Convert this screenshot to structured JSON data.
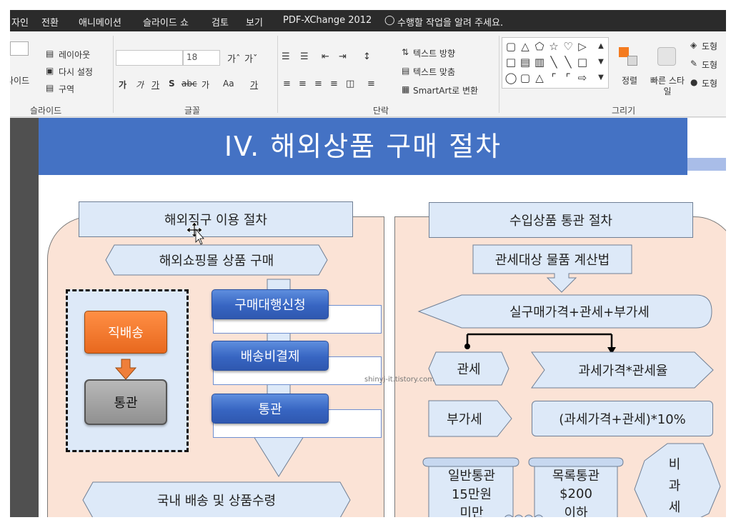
{
  "menu": {
    "tabs": [
      "자인",
      "전환",
      "애니메이션",
      "슬라이드 쇼",
      "검토",
      "보기",
      "PDF-XChange 2012"
    ],
    "tell_me": "수행할 작업을 알려 주세요."
  },
  "ribbon": {
    "slides_group": {
      "label": "슬라이드",
      "new_slide": "라이드",
      "layout": "레이아웃",
      "reset": "다시 설정",
      "section": "구역"
    },
    "font_group": {
      "label": "글꼴",
      "font_size": "18",
      "change_case": "Aa"
    },
    "paragraph_group": {
      "label": "단락",
      "text_direction": "텍스트 방향",
      "align_text": "텍스트 맞춤",
      "smartart": "SmartArt로 변환"
    },
    "drawing_group": {
      "label": "그리기",
      "arrange": "정렬",
      "quick_styles": "빠른 스타일",
      "fill": "도형",
      "outline": "도형",
      "effects": "도형"
    }
  },
  "slide": {
    "title": "IV. 해외상품 구매 절차",
    "left": {
      "header": "해외직구 이용 절차",
      "step1": "해외쇼핑몰 상품 구매",
      "direct": {
        "box1": "직배송",
        "box2": "통관"
      },
      "agency": {
        "step1": "구매대행신청",
        "step2": "배송비결제",
        "step3": "통관"
      },
      "final": "국내 배송 및 상품수령"
    },
    "right": {
      "header": "수입상품 통관 절차",
      "calc_title": "관세대상 물품 계산법",
      "formula": "실구매가격+관세+부가세",
      "duty_label": "관세",
      "duty_formula": "과세가격*관세율",
      "vat_label": "부가세",
      "vat_formula": "(과세가격+관세)*10%",
      "general": [
        "일반통관",
        "15만원",
        "미만"
      ],
      "list": [
        "목록통관",
        "$200",
        "이하"
      ],
      "exempt": [
        "비",
        "과",
        "세"
      ]
    },
    "watermark": "shinyj-it.tistory.com"
  }
}
